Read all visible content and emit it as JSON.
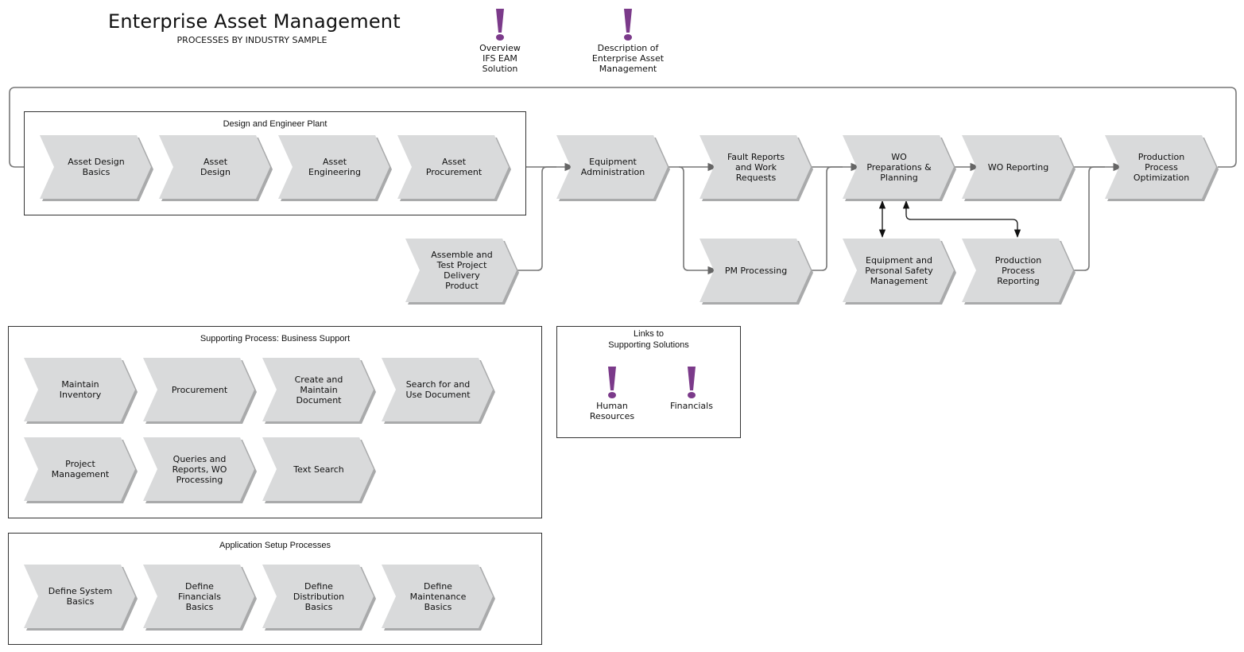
{
  "header": {
    "title": "Enterprise Asset Management",
    "subtitle": "PROCESSES BY INDUSTRY SAMPLE"
  },
  "top_links": [
    {
      "label": "Overview\nIFS EAM\nSolution",
      "icon": "exclamation-icon",
      "color": "#7b3a8a"
    },
    {
      "label": "Description of\nEnterprise Asset\nManagement",
      "icon": "exclamation-icon",
      "color": "#7b3a8a"
    }
  ],
  "groups": {
    "design": "Design and Engineer Plant",
    "business": "Supporting Process: Business Support",
    "setup": "Application Setup Processes",
    "links": "Links to\nSupporting Solutions"
  },
  "main_flow": {
    "asset_design_basics": "Asset Design\nBasics",
    "asset_design": "Asset\nDesign",
    "asset_engineering": "Asset\nEngineering",
    "asset_procurement": "Asset\nProcurement",
    "assemble_test": "Assemble and\nTest Project\nDelivery\nProduct",
    "equipment_admin": "Equipment\nAdministration",
    "fault_reports": "Fault Reports\nand Work\nRequests",
    "pm_processing": "PM Processing",
    "wo_preparations": "WO\nPreparations &\nPlanning",
    "equipment_safety": "Equipment and\nPersonal Safety\nManagement",
    "wo_reporting": "WO Reporting",
    "production_reporting": "Production\nProcess\nReporting",
    "production_optimization": "Production\nProcess\nOptimization"
  },
  "business_support": {
    "maintain_inventory": "Maintain\nInventory",
    "procurement": "Procurement",
    "create_document": "Create and\nMaintain\nDocument",
    "search_document": "Search for and\nUse Document",
    "project_management": "Project\nManagement",
    "queries_reports": "Queries and\nReports, WO\nProcessing",
    "text_search": "Text Search"
  },
  "setup": {
    "define_system": "Define System\nBasics",
    "define_financials": "Define\nFinancials\nBasics",
    "define_distribution": "Define\nDistribution\nBasics",
    "define_maintenance": "Define\nMaintenance\nBasics"
  },
  "supporting_links": [
    {
      "label": "Human\nResources",
      "icon": "exclamation-icon"
    },
    {
      "label": "Financials",
      "icon": "exclamation-icon"
    }
  ],
  "colors": {
    "chevron_fill": "#d9dadb",
    "chevron_shadow": "#a9aaab",
    "connector": "#777777",
    "accent": "#7b3a8a"
  }
}
